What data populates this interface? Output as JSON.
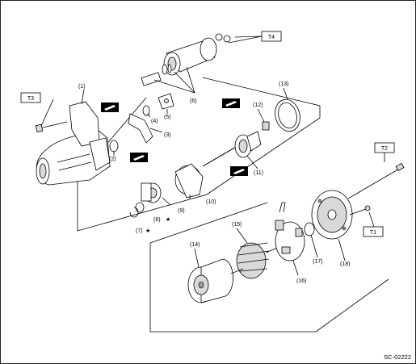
{
  "diagram": {
    "code": "SC-02222",
    "torque_boxes": [
      "T1",
      "T2",
      "T3",
      "T4"
    ],
    "parts": {
      "p1": "(1)",
      "p2": "(2)",
      "p3": "(3)",
      "p4": "(4)",
      "p5": "(5)",
      "p6": "(6)",
      "p7": "(7)",
      "p8": "(8)",
      "p9": "(9)",
      "p10": "(10)",
      "p11": "(11)",
      "p12": "(12)",
      "p13": "(13)",
      "p14": "(14)",
      "p15": "(15)",
      "p16": "(16)",
      "p17": "(17)",
      "p18": "(18)"
    },
    "star": "★",
    "grease_icon": "grease-icon"
  }
}
